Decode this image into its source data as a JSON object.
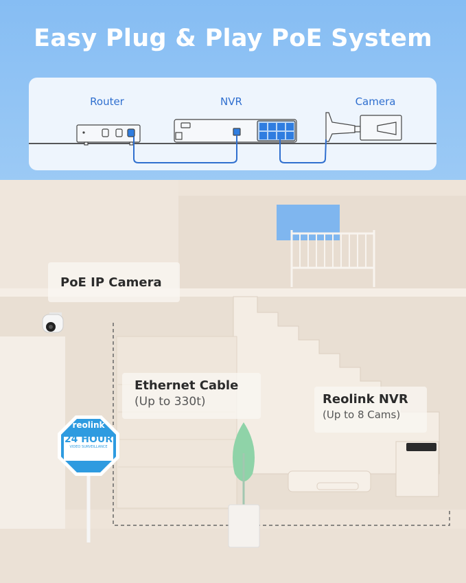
{
  "title": "Easy Plug & Play PoE System",
  "diagram": {
    "labels": [
      "Router",
      "NVR",
      "Camera"
    ],
    "cable_color": "#2f6fcf",
    "port_color": "#2f7de0"
  },
  "callouts": {
    "camera": {
      "title": "PoE IP Camera"
    },
    "cable": {
      "title": "Ethernet Cable",
      "subtitle": "(Up to 330t)"
    },
    "nvr": {
      "title": "Reolink NVR",
      "subtitle": "(Up to 8 Cams)"
    }
  },
  "sign": {
    "brand": "reolink",
    "headline": "24 HOUR",
    "subline": "VIDEO SURVEILLANCE",
    "color": "#2e9be0"
  },
  "colors": {
    "sky": "#8fc2f4",
    "wall": "#eee4d9",
    "plant": "#8fd3a8"
  }
}
